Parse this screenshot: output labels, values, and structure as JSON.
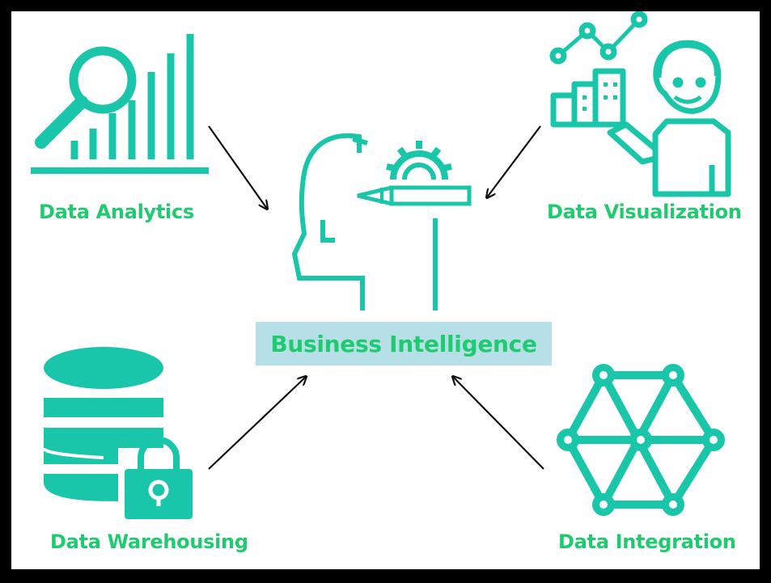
{
  "colors": {
    "teal": "#19c6aa",
    "green_text": "#1fcb6f",
    "box_fill": "#b7dfe8",
    "arrow": "#111111",
    "frame": "#000000"
  },
  "center": {
    "label": "Business Intelligence",
    "icon": "head-with-pencil-and-gear-icon"
  },
  "nodes": {
    "analytics": {
      "label": "Data Analytics",
      "icon": "bar-chart-magnifier-icon"
    },
    "visualization": {
      "label": "Data Visualization",
      "icon": "presenter-with-chart-icon"
    },
    "warehousing": {
      "label": "Data Warehousing",
      "icon": "database-lock-icon"
    },
    "integration": {
      "label": "Data Integration",
      "icon": "network-hexagon-icon"
    }
  }
}
